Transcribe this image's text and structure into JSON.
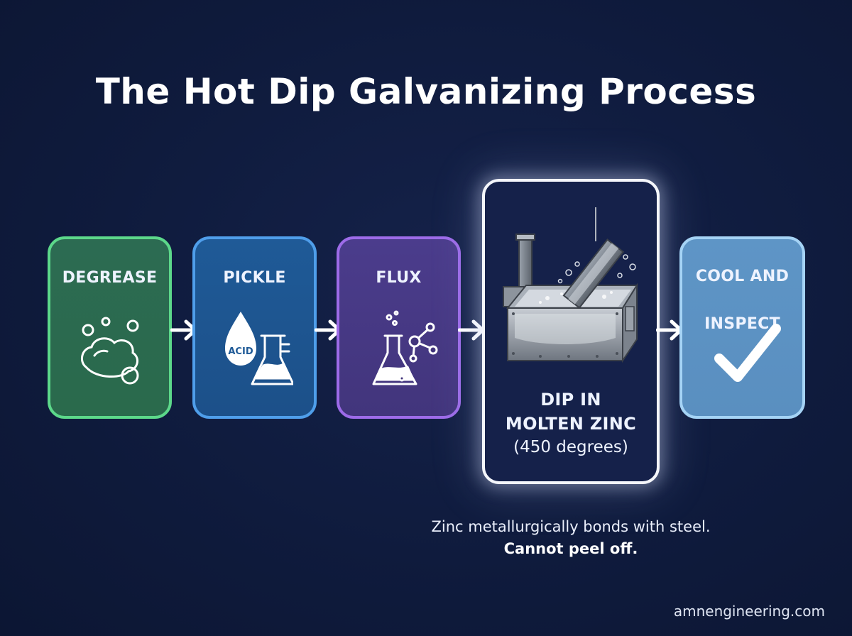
{
  "title": "The Hot Dip Galvanizing Process",
  "steps": [
    {
      "label": "DEGREASE",
      "icon": "soap-bubbles-icon",
      "color": "#2c6b52",
      "border": "#5cd88a"
    },
    {
      "label": "PICKLE",
      "icon": "acid-drop-flask-icon",
      "icon_text": "ACID",
      "color": "#1f5a97",
      "border": "#4f9eea"
    },
    {
      "label": "FLUX",
      "icon": "flask-molecule-icon",
      "color": "#4b3c8c",
      "border": "#9d6be8"
    },
    {
      "label_line1": "DIP IN",
      "label_line2": "MOLTEN ZINC",
      "sublabel": "(450 degrees)",
      "icon": "zinc-bath-icon",
      "color": "#15214a",
      "border": "#f4f6fb"
    },
    {
      "label_line1": "COOL AND",
      "label_line2": "INSPECT",
      "icon": "checkmark-icon",
      "color": "#5e95c6",
      "border": "#a5d3f5"
    }
  ],
  "note": {
    "text": "Zinc metallurgically bonds with steel.",
    "emphasis": "Cannot peel off."
  },
  "footer": "amnengineering.com"
}
